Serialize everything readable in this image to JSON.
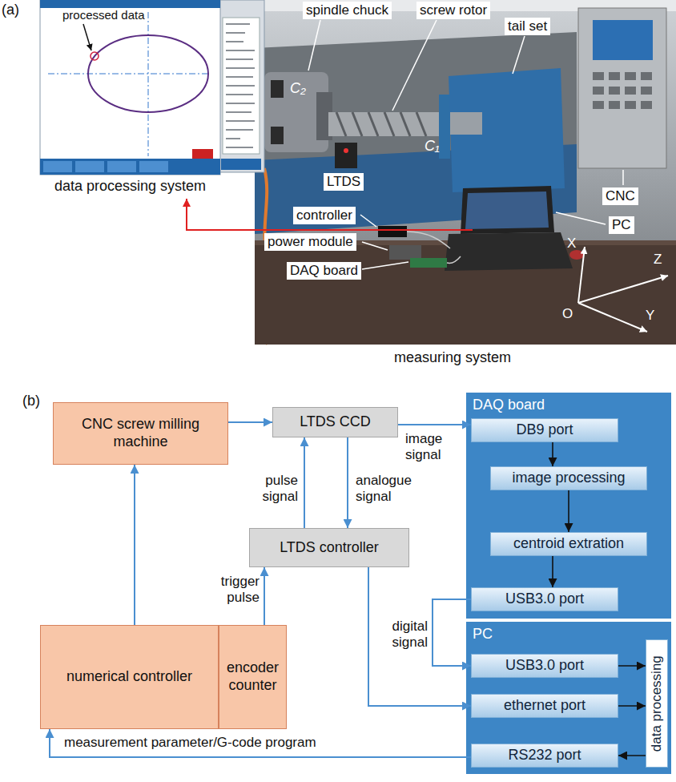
{
  "diagram": {
    "nodes": [
      {
        "text": [
          "CNC screw milling machine"
        ]
      },
      {
        "text": [
          "LTDS CCD"
        ]
      },
      {
        "text": [
          "LTDS controller"
        ]
      },
      {
        "text": [
          "numerical controller"
        ]
      },
      {
        "text": [
          "encoder counter"
        ]
      },
      {
        "text": [
          "DAQ board"
        ]
      },
      {
        "text": [
          "DB9 port"
        ],
        "in": 5
      },
      {
        "text": [
          "image processing"
        ],
        "in": 5
      },
      {
        "text": [
          "centroid extration"
        ],
        "in": 5
      },
      {
        "text": [
          "USB3.0 port"
        ],
        "in": 5
      },
      {
        "text": [
          "PC"
        ]
      },
      {
        "text": [
          "USB3.0 port"
        ],
        "in": 10
      },
      {
        "text": [
          "ethernet port"
        ],
        "in": 10
      },
      {
        "text": [
          "RS232 port"
        ],
        "in": 10
      },
      {
        "text": [
          "data processing"
        ],
        "in": 10
      }
    ],
    "edges": [
      {
        "from": 3,
        "to": 0,
        "arrow": "to"
      },
      {
        "from": 0,
        "to": 1,
        "arrow": "to"
      },
      {
        "from": 1,
        "to": 6,
        "label": "image signal",
        "arrow": "to"
      },
      {
        "from": 1,
        "to": 2,
        "label": "analogue signal",
        "arrow": "to"
      },
      {
        "from": 2,
        "to": 1,
        "label": "pulse signal",
        "arrow": "to"
      },
      {
        "from": 4,
        "to": 2,
        "label": "trigger pulse",
        "arrow": "to"
      },
      {
        "from": 6,
        "to": 7,
        "arrow": "to"
      },
      {
        "from": 7,
        "to": 8,
        "arrow": "to"
      },
      {
        "from": 8,
        "to": 9,
        "arrow": "to"
      },
      {
        "from": 9,
        "to": 11,
        "label": "digital signal",
        "arrow": "to"
      },
      {
        "from": 2,
        "to": 12,
        "arrow": "to"
      },
      {
        "from": 11,
        "to": 14,
        "arrow": "to"
      },
      {
        "from": 12,
        "to": 14,
        "arrow": "to"
      },
      {
        "from": 14,
        "to": 13,
        "arrow": "to"
      },
      {
        "from": 13,
        "to": 3,
        "label": "measurement parameter/G-code program",
        "arrow": "to"
      }
    ],
    "labels": [
      "(a)",
      "processed data",
      "data processing system",
      "spindle chuck",
      "screw rotor",
      "tail set",
      "C₂",
      "C₁",
      "LTDS",
      "controller",
      "power module",
      "DAQ board",
      "CNC",
      "PC",
      "X",
      "Z",
      "O",
      "Y",
      "measuring system",
      "(b)"
    ]
  }
}
